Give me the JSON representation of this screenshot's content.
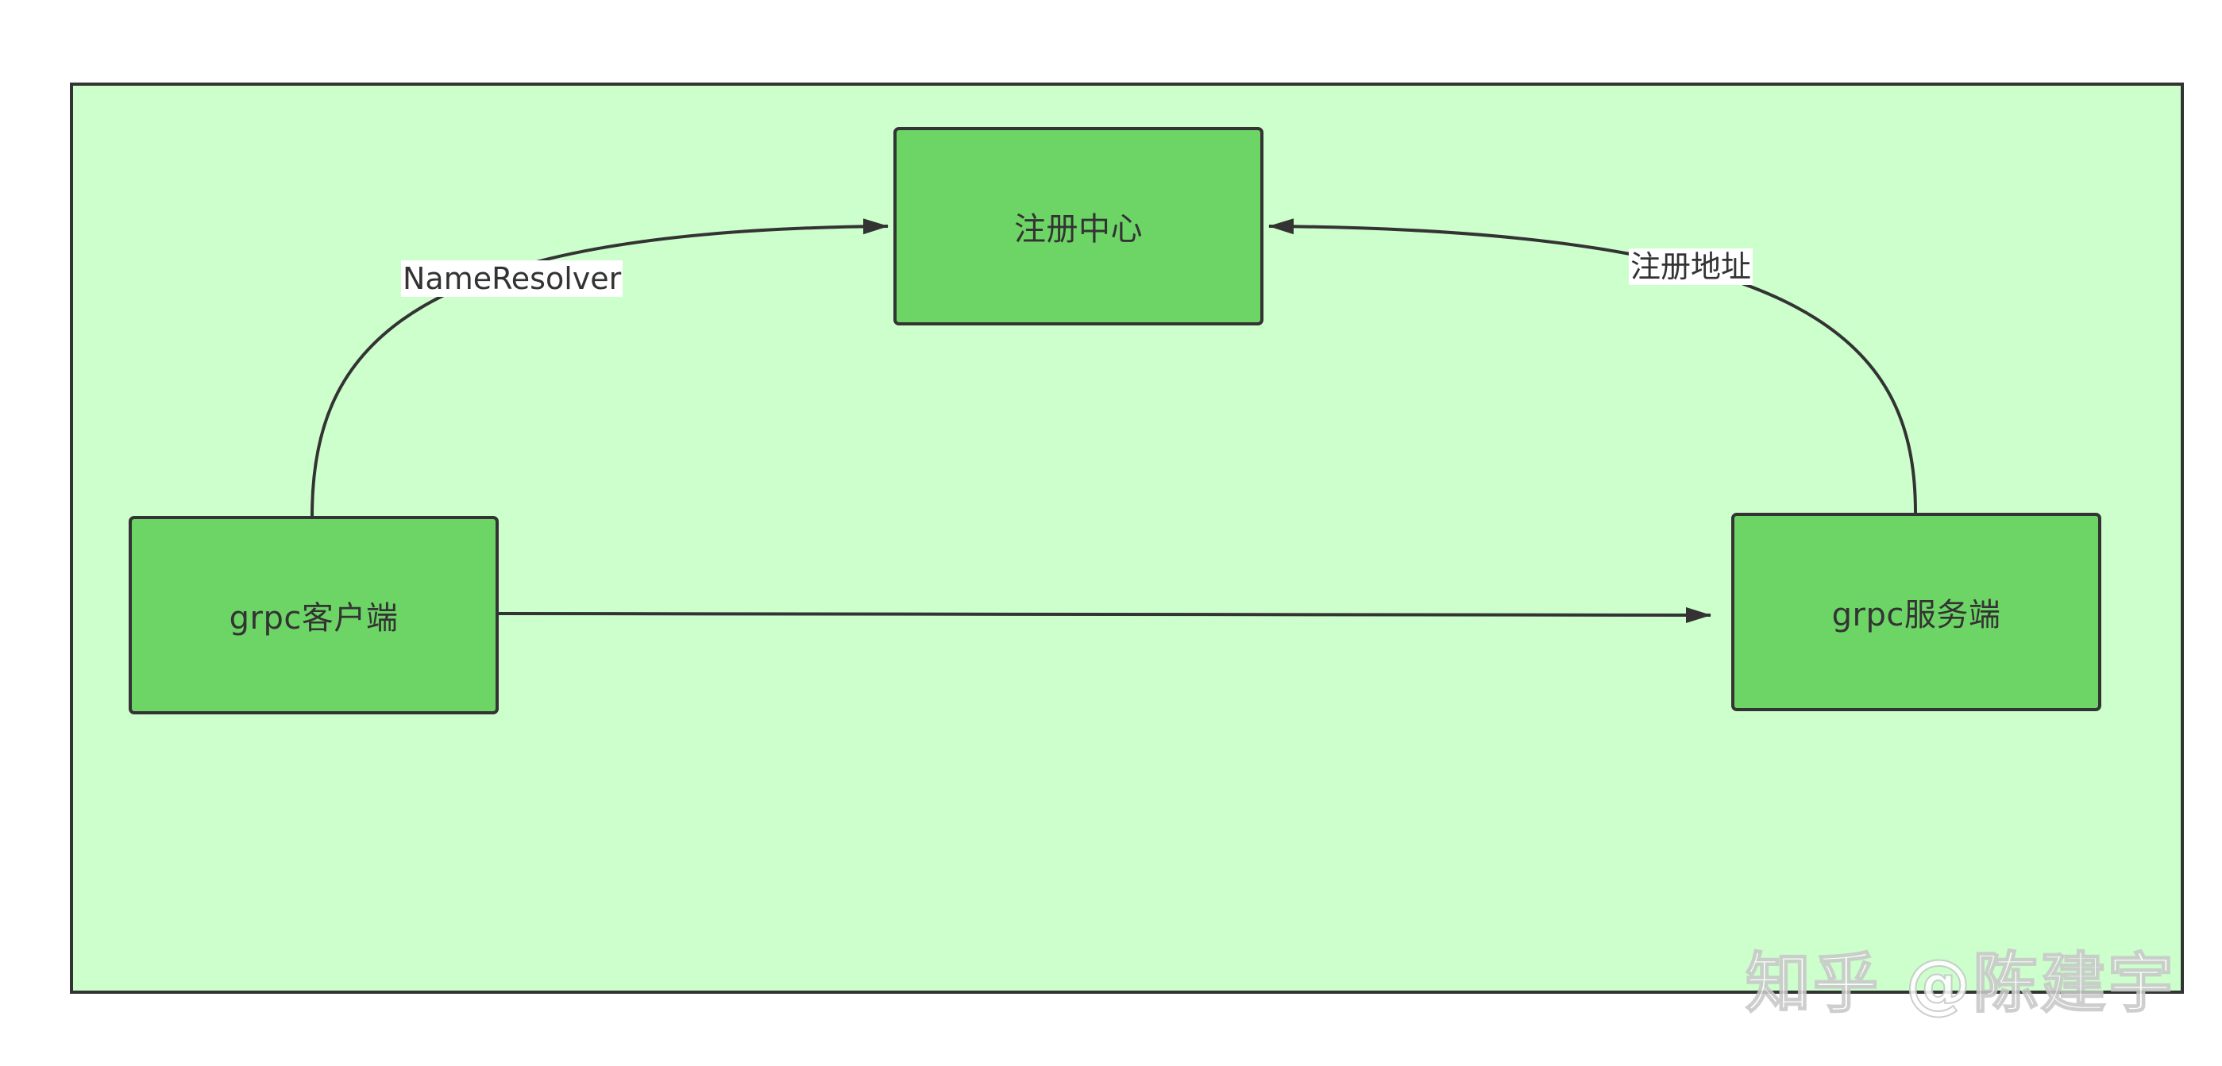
{
  "diagram": {
    "nodes": {
      "registry": "注册中心",
      "client": "grpc客户端",
      "server": "grpc服务端"
    },
    "edge_labels": {
      "client_to_registry": "NameResolver",
      "server_to_registry": "注册地址"
    }
  },
  "watermark": "知乎 @陈建宇",
  "colors": {
    "frame_fill": "#ccffcc",
    "node_fill": "#6dd566",
    "stroke": "#333333"
  }
}
